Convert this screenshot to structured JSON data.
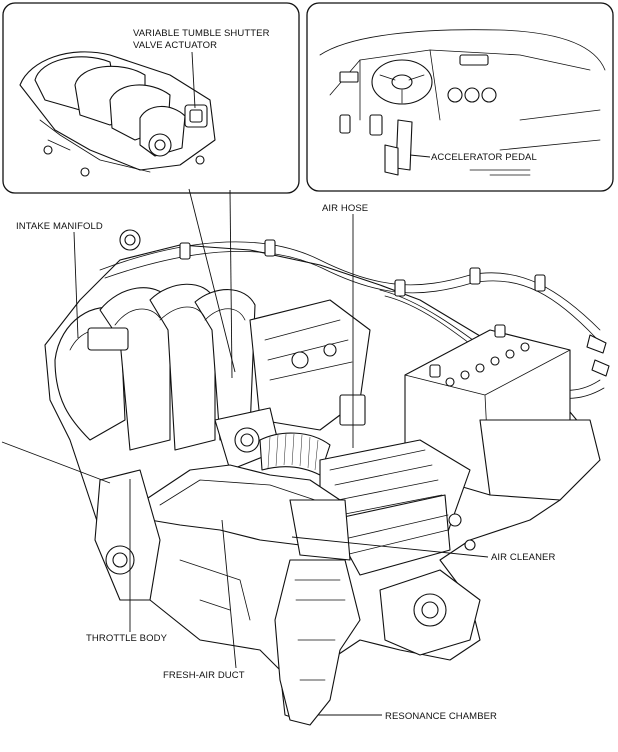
{
  "labels": {
    "variable_tumble_line1": "VARIABLE TUMBLE SHUTTER",
    "variable_tumble_line2": "VALVE ACTUATOR",
    "accelerator_pedal": "ACCELERATOR PEDAL",
    "intake_manifold": "INTAKE MANIFOLD",
    "air_hose": "AIR HOSE",
    "air_cleaner": "AIR CLEANER",
    "throttle_body": "THROTTLE BODY",
    "fresh_air_duct": "FRESH-AIR DUCT",
    "resonance_chamber": "RESONANCE CHAMBER"
  }
}
